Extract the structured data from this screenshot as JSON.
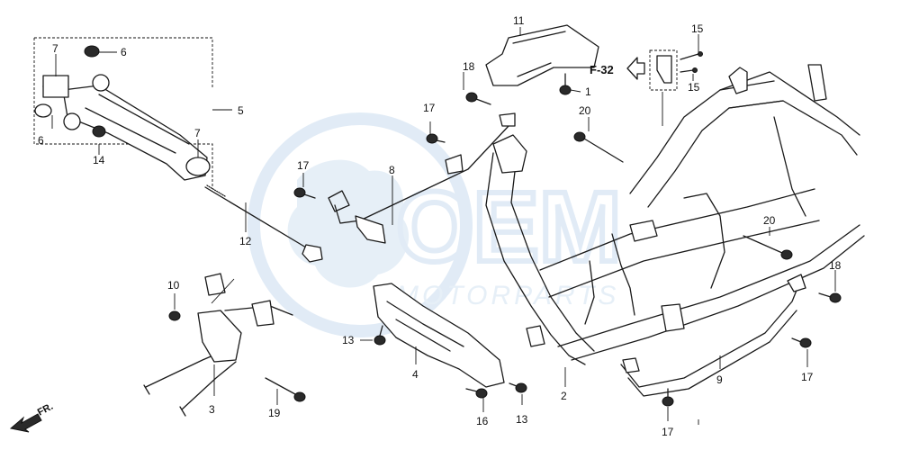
{
  "watermark": {
    "brand": "OEM",
    "subtitle": "MOTORPARTS",
    "color": "#c9dcef"
  },
  "reference": {
    "label": "F-32"
  },
  "direction": {
    "label": "FR."
  },
  "callouts": [
    {
      "id": "c1",
      "text": "1"
    },
    {
      "id": "c2",
      "text": "2"
    },
    {
      "id": "c3",
      "text": "3"
    },
    {
      "id": "c4",
      "text": "4"
    },
    {
      "id": "c5",
      "text": "5"
    },
    {
      "id": "c6a",
      "text": "6"
    },
    {
      "id": "c6b",
      "text": "6"
    },
    {
      "id": "c7a",
      "text": "7"
    },
    {
      "id": "c7b",
      "text": "7"
    },
    {
      "id": "c8",
      "text": "8"
    },
    {
      "id": "c9",
      "text": "9"
    },
    {
      "id": "c10",
      "text": "10"
    },
    {
      "id": "c11",
      "text": "11"
    },
    {
      "id": "c12",
      "text": "12"
    },
    {
      "id": "c13a",
      "text": "13"
    },
    {
      "id": "c13b",
      "text": "13"
    },
    {
      "id": "c14",
      "text": "14"
    },
    {
      "id": "c15a",
      "text": "15"
    },
    {
      "id": "c15b",
      "text": "15"
    },
    {
      "id": "c16",
      "text": "16"
    },
    {
      "id": "c17a",
      "text": "17"
    },
    {
      "id": "c17b",
      "text": "17"
    },
    {
      "id": "c17c",
      "text": "17"
    },
    {
      "id": "c17d",
      "text": "17"
    },
    {
      "id": "c18a",
      "text": "18"
    },
    {
      "id": "c18b",
      "text": "18"
    },
    {
      "id": "c19",
      "text": "19"
    },
    {
      "id": "c20a",
      "text": "20"
    },
    {
      "id": "c20b",
      "text": "20"
    }
  ]
}
